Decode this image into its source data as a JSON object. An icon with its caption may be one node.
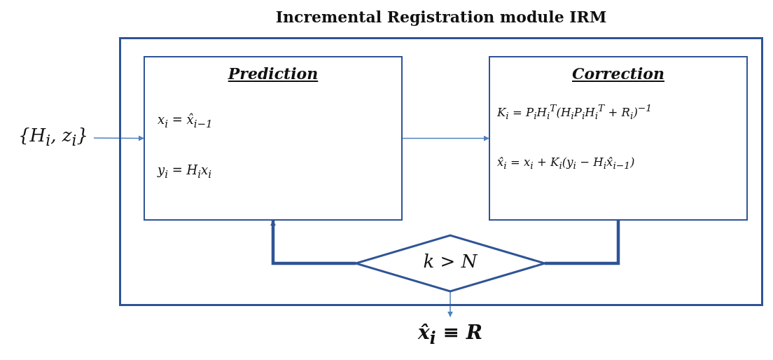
{
  "diagram": {
    "nodes": [
      {
        "text": [
          "Incremental Registration module IRM"
        ]
      },
      {
        "text": [
          "Prediction",
          "x$_{i}$ = x̂$_{i−1}$",
          "y$_{i}$ = H$_{i}$x$_{i}$"
        ],
        "in": 0
      },
      {
        "text": [
          "Correction",
          "K$_{i}$ = P$_{i}$H$_{i}$$^{T}$(H$_{i}$P$_{i}$H$_{i}$$^{T}$ + R$_{i}$)$^{−1}$",
          "x̂$_{i}$ = x$_{i}$ + K$_{i}$(y$_{i}$ − H$_{i}$x̂$_{i−1}$)"
        ],
        "in": 0
      },
      {
        "text": [
          "k > N"
        ],
        "in": 0
      },
      {
        "text": [
          "{H$_{i}$, z$_{i}$}"
        ]
      },
      {
        "text": [
          "x̂$_{i}$ ≡ R"
        ]
      }
    ],
    "edges": [
      {
        "from": 4,
        "to": 1,
        "arrow": "to"
      },
      {
        "from": 1,
        "to": 2,
        "arrow": "to"
      },
      {
        "from": 2,
        "to": 3,
        "arrow": "none",
        "style": "thick",
        "color": "#2f5496"
      },
      {
        "from": 3,
        "to": 1,
        "arrow": "to",
        "style": "thick",
        "color": "#2f5496"
      },
      {
        "from": 3,
        "to": 5,
        "arrow": "to"
      }
    ]
  }
}
